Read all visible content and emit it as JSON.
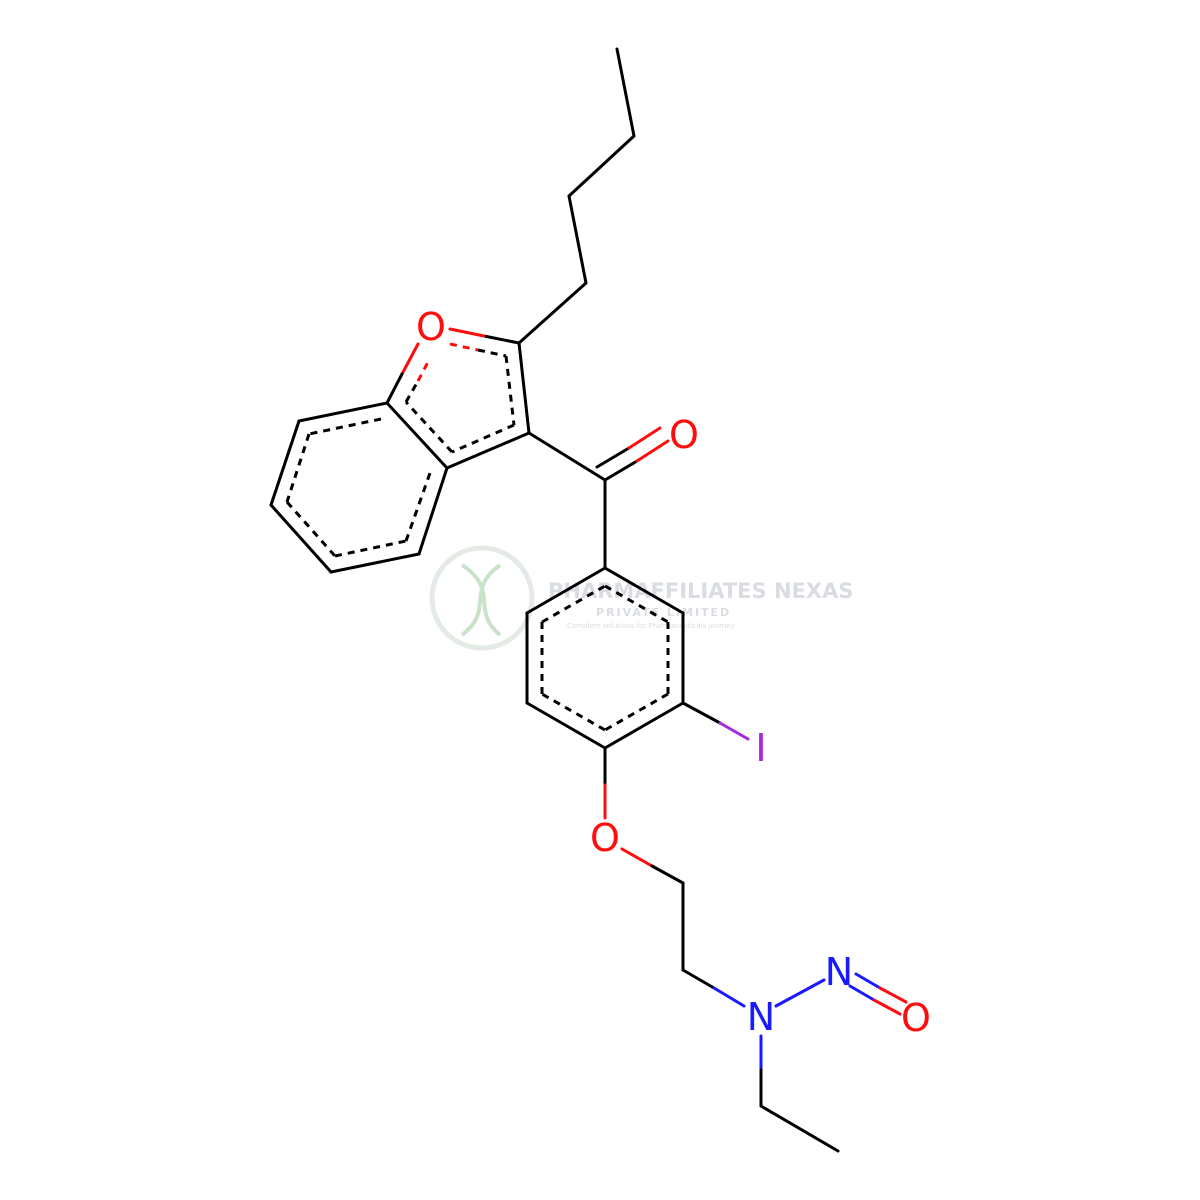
{
  "colors": {
    "background": "#ffffff",
    "carbon_bond": "#000000",
    "oxygen": "#ff0d0d",
    "nitrogen": "#1a1aff",
    "iodine": "#a52ad9",
    "watermark": "#c9cfd6",
    "watermark_logo": "#b8d8b8"
  },
  "atoms": {
    "o_furan": "O",
    "o_carbonyl": "O",
    "iodine": "I",
    "o_ether": "O",
    "n_nitroso": "N",
    "n_amine": "N",
    "o_nitroso": "O"
  },
  "watermark": {
    "title": "PHARMAFFILIATES NEXAS",
    "subtitle": "PRIVATE LIMITED",
    "tagline": "Complete solutions for Pharmaceuticals Journey",
    "logo_icon": "dna-helix-icon"
  }
}
